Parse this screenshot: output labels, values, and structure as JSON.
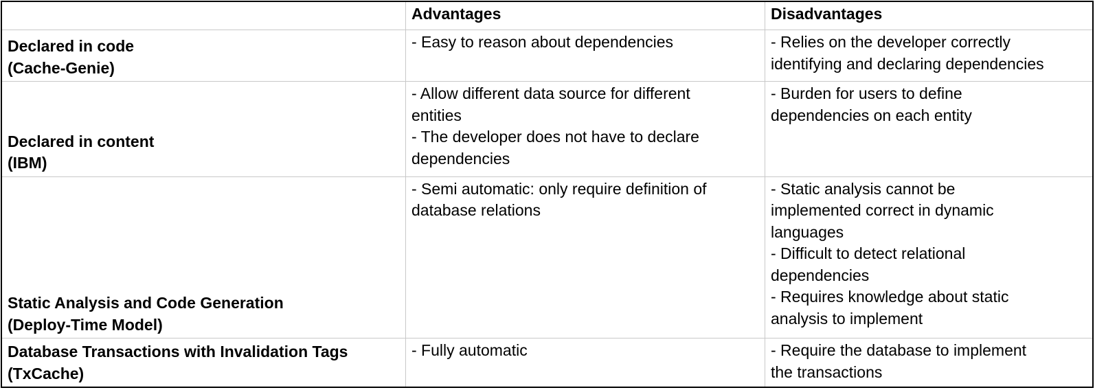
{
  "header": {
    "col1": "",
    "col2": "Advantages",
    "col3": "Disadvantages"
  },
  "rows": [
    {
      "approach": [
        "Declared in code",
        "(Cache-Genie)"
      ],
      "advantages": [
        "- Easy to reason about dependencies"
      ],
      "disadvantages": [
        "- Relies on the developer correctly",
        "identifying and declaring dependencies"
      ]
    },
    {
      "approach": [
        "Declared in content",
        "(IBM)"
      ],
      "advantages": [
        "- Allow different data source for different",
        "entities",
        "- The developer does not have to declare",
        "dependencies"
      ],
      "disadvantages": [
        "- Burden for users to define",
        "dependencies on each entity"
      ]
    },
    {
      "approach": [
        "Static Analysis and Code Generation",
        "(Deploy-Time Model)"
      ],
      "advantages": [
        "- Semi automatic: only require definition of",
        "database relations"
      ],
      "disadvantages": [
        "- Static analysis cannot be",
        "implemented correct in dynamic",
        "languages",
        "- Difficult to detect relational",
        "dependencies",
        "- Requires knowledge about static",
        "analysis to implement"
      ]
    },
    {
      "approach": [
        "Database Transactions with Invalidation Tags",
        "(TxCache)"
      ],
      "advantages": [
        "- Fully automatic"
      ],
      "disadvantages": [
        "- Require the database to implement",
        "the transactions"
      ]
    }
  ]
}
